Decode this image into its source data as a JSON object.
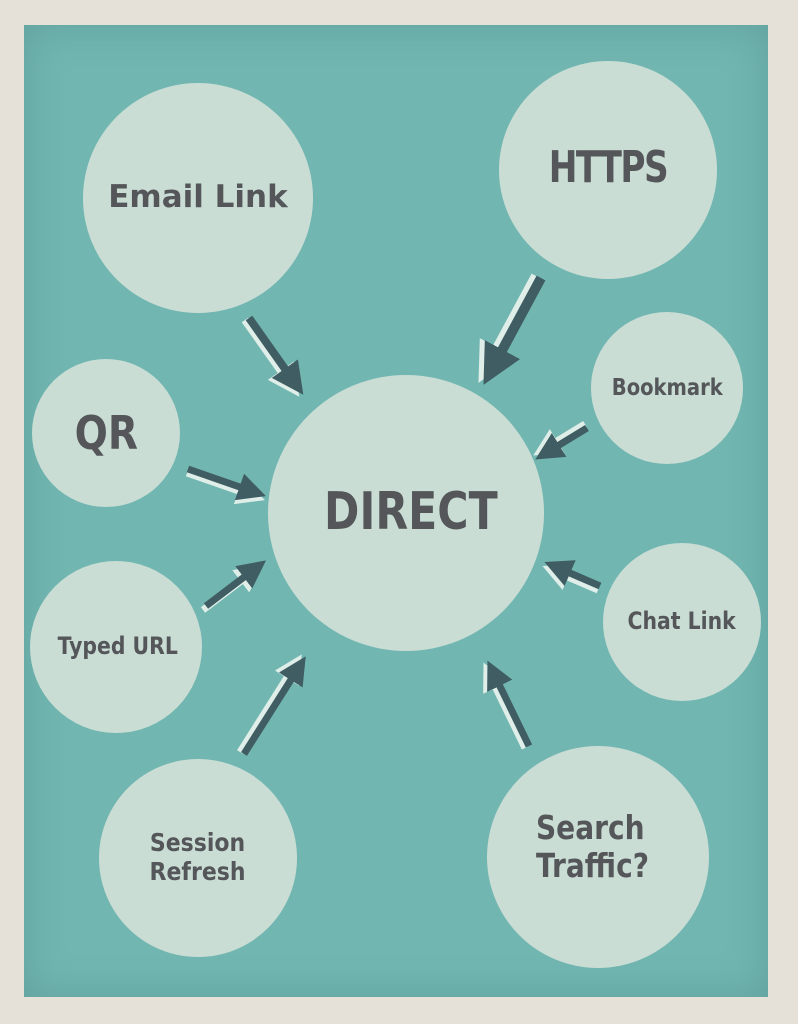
{
  "diagram": {
    "title": "DIRECT",
    "colors": {
      "border": "#e6e1d8",
      "background": "#72b6b1",
      "circle": "#c9ddd4",
      "text": "#545659",
      "arrow": "#3f5d62",
      "arrow_highlight": "#dfeee8"
    },
    "center": {
      "label": "DIRECT"
    },
    "sources": [
      {
        "id": "email-link",
        "label": "Email Link"
      },
      {
        "id": "https",
        "label": "HTTPS"
      },
      {
        "id": "bookmark",
        "label": "Bookmark"
      },
      {
        "id": "qr",
        "label": "QR"
      },
      {
        "id": "typed-url",
        "label": "Typed URL"
      },
      {
        "id": "chat-link",
        "label": "Chat Link"
      },
      {
        "id": "session-refresh",
        "label": "Session\nRefresh"
      },
      {
        "id": "search-traffic",
        "label": "Search\nTraffic?"
      }
    ],
    "edges": [
      {
        "from": "Email Link",
        "to": "DIRECT"
      },
      {
        "from": "HTTPS",
        "to": "DIRECT"
      },
      {
        "from": "Bookmark",
        "to": "DIRECT"
      },
      {
        "from": "QR",
        "to": "DIRECT"
      },
      {
        "from": "Typed URL",
        "to": "DIRECT"
      },
      {
        "from": "Chat Link",
        "to": "DIRECT"
      },
      {
        "from": "Session Refresh",
        "to": "DIRECT"
      },
      {
        "from": "Search Traffic?",
        "to": "DIRECT"
      }
    ]
  }
}
